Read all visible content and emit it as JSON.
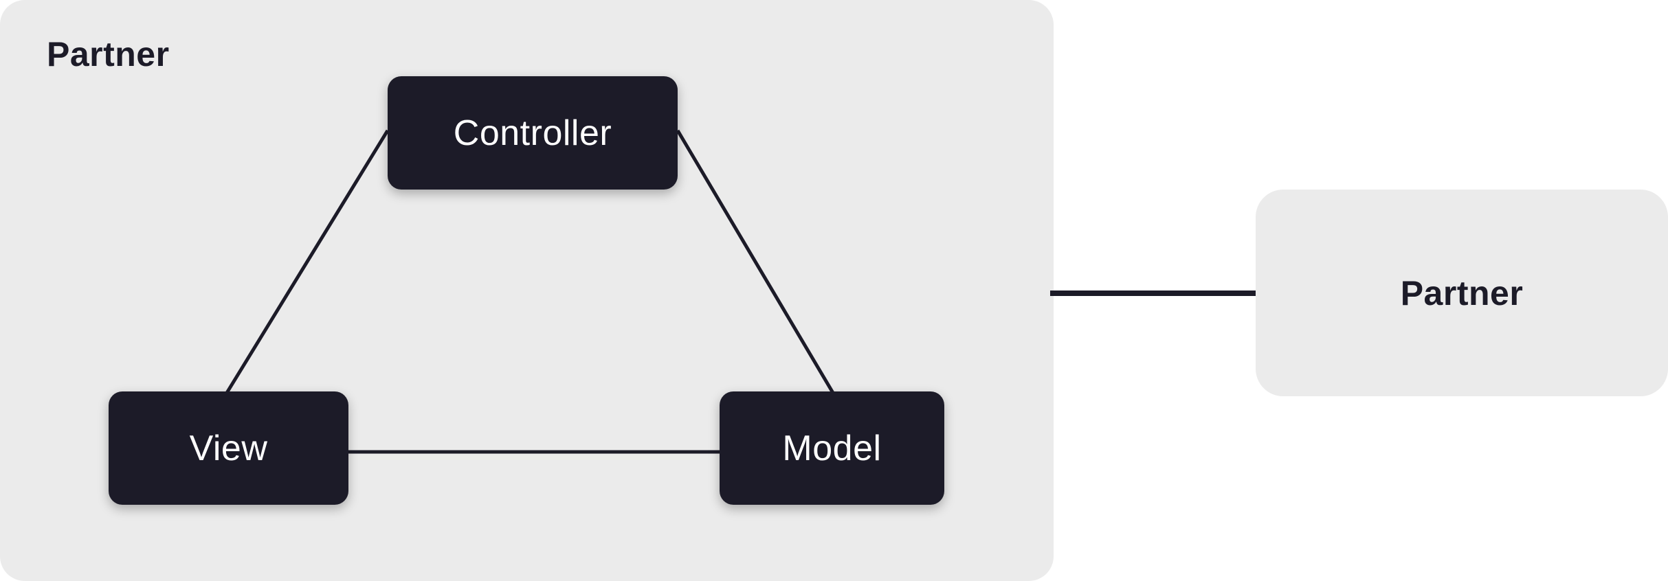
{
  "group": {
    "title": "Partner"
  },
  "nodes": {
    "controller": "Controller",
    "view": "View",
    "model": "Model"
  },
  "external": {
    "label": "Partner"
  },
  "colors": {
    "node_fill": "#1c1b28",
    "node_text": "#ffffff",
    "container_fill": "#ebebeb",
    "edge": "#1c1b28"
  }
}
